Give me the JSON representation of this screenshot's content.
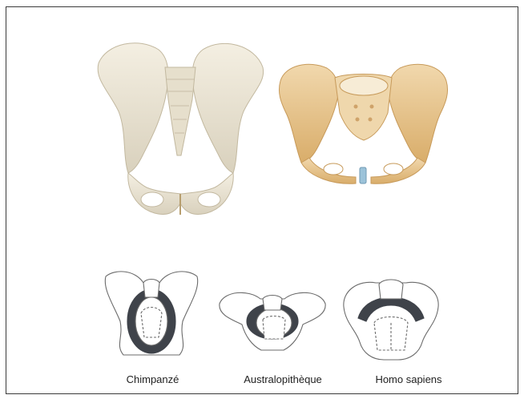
{
  "captions": {
    "chimpanzee": "Chimpanzé",
    "australopithecus": "Australopithèque",
    "homo_sapiens": "Homo sapiens"
  },
  "colors": {
    "frame_border": "#3a3a3a",
    "bone_chimp": "#ece6d6",
    "bone_human": "#e7c48c",
    "sketch_line": "#6b6b6b",
    "birth_canal": "#3f434a"
  }
}
